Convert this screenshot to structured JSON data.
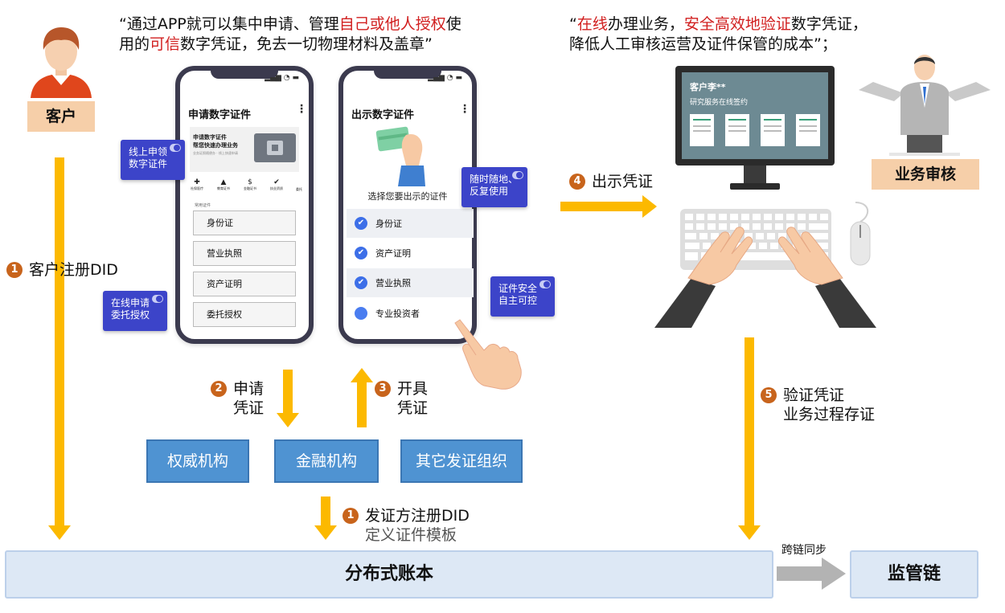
{
  "quotes": {
    "left": {
      "p1": "“通过APP就可以集中申请、管理",
      "p2": "自己或他人授权",
      "p3": "使",
      "p4": "用的",
      "p5": "可信",
      "p6": "数字凭证，免去一切物理材料及盖章”"
    },
    "right": {
      "p1": "“",
      "p2": "在线",
      "p3": "办理业务，",
      "p4": "安全高效地验证",
      "p5": "数字凭证，",
      "p6": "降低人工审核运营及证件保管的成本”；"
    }
  },
  "actors": {
    "customer": "客户",
    "reviewer": "业务审核"
  },
  "steps": {
    "s1_customer": {
      "num": "1",
      "text": "客户注册DID"
    },
    "s2": {
      "num": "2",
      "line1": "申请",
      "line2": "凭证"
    },
    "s3": {
      "num": "3",
      "line1": "开具",
      "line2": "凭证"
    },
    "s4": {
      "num": "4",
      "text": "出示凭证"
    },
    "s5": {
      "num": "5",
      "line1": "验证凭证",
      "line2": "业务过程存证"
    },
    "s1_issuer": {
      "num": "1",
      "line1": "发证方注册DID",
      "line2": "定义证件模板"
    }
  },
  "phone_left": {
    "title": "申请数字证件",
    "status": "▂▄▆ ◔ ▬",
    "banner_line1": "申请数字证件",
    "banner_line2": "帮您快速办理业务",
    "banner_small": "业务证照随便办 · 线上快速申请",
    "icons": [
      {
        "label": "社保医疗"
      },
      {
        "label": "教育证书"
      },
      {
        "label": "金融证书"
      },
      {
        "label": "执业资质"
      },
      {
        "label": "委托"
      }
    ],
    "section_label": "常用证件",
    "menu": [
      "身份证",
      "营业执照",
      "资产证明",
      "委托授权"
    ]
  },
  "phone_right": {
    "title": "出示数字证件",
    "status": "▂▄▆ ◔ ▬",
    "prompt": "选择您要出示的证件",
    "items": [
      {
        "label": "身份证",
        "checked": true
      },
      {
        "label": "资产证明",
        "checked": true
      },
      {
        "label": "营业执照",
        "checked": true
      },
      {
        "label": "专业投资者",
        "checked": false
      }
    ]
  },
  "callouts": {
    "online_apply": [
      "线上申领",
      "数字证件"
    ],
    "online_authorize": [
      "在线申请",
      "委托授权"
    ],
    "anytime": [
      "随时随地、",
      "反复使用"
    ],
    "secure": [
      "证件安全",
      "自主可控"
    ]
  },
  "orgs": [
    "权威机构",
    "金融机构",
    "其它发证组织"
  ],
  "monitor": {
    "user": "客户李**",
    "subtitle": "研究服务在线签约"
  },
  "ledger": {
    "main": "分布式账本",
    "sync": "跨链同步",
    "chain": "监管链"
  },
  "colors": {
    "arrow_yellow": "#fcb900",
    "step_badge": "#c8641c",
    "highlight_red": "#d11f1f",
    "callout_blue": "#3c44c9",
    "org_blue": "#4f93d2",
    "role_peach": "#f6cfa9",
    "ledger_fill": "#dde8f5"
  }
}
